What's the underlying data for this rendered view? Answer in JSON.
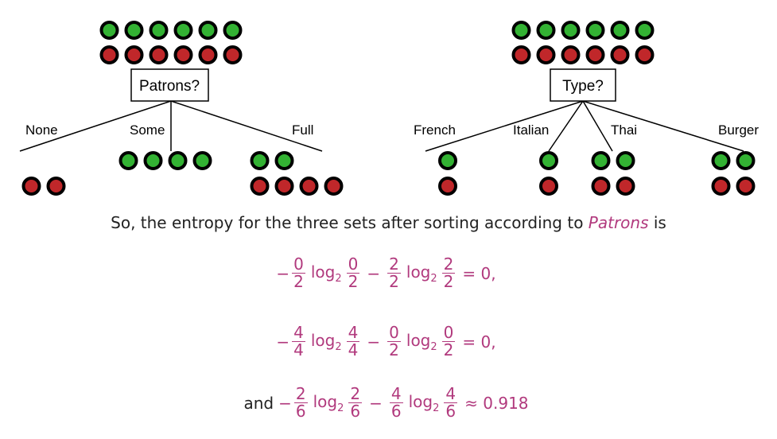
{
  "colors": {
    "positive": "#33b233",
    "negative": "#c0272a",
    "outline": "#000000",
    "math": "#b1397d"
  },
  "trees": [
    {
      "question": "Patrons?",
      "branches": [
        {
          "label": "None",
          "positive": 0,
          "negative": 2
        },
        {
          "label": "Some",
          "positive": 4,
          "negative": 0
        },
        {
          "label": "Full",
          "positive": 2,
          "negative": 4
        }
      ],
      "root": {
        "positive": 6,
        "negative": 6
      }
    },
    {
      "question": "Type?",
      "branches": [
        {
          "label": "French",
          "positive": 1,
          "negative": 1
        },
        {
          "label": "Italian",
          "positive": 1,
          "negative": 1
        },
        {
          "label": "Thai",
          "positive": 2,
          "negative": 2
        },
        {
          "label": "Burger",
          "positive": 2,
          "negative": 2
        }
      ],
      "root": {
        "positive": 6,
        "negative": 6
      }
    }
  ],
  "text": {
    "sentence_before": "So, the entropy for the three sets after sorting according to ",
    "sentence_highlight": "Patrons",
    "sentence_after": " is",
    "and": "and",
    "minus": "−",
    "log": "log",
    "log_base": "2"
  },
  "equations": [
    {
      "t1": {
        "num": "0",
        "den": "2"
      },
      "t2": {
        "num": "2",
        "den": "2"
      },
      "rhs": "= 0,"
    },
    {
      "t1": {
        "num": "4",
        "den": "4"
      },
      "t2": {
        "num": "0",
        "den": "2"
      },
      "rhs": "= 0,"
    },
    {
      "t1": {
        "num": "2",
        "den": "6"
      },
      "t2": {
        "num": "4",
        "den": "6"
      },
      "rhs": "≈ 0.918"
    }
  ]
}
